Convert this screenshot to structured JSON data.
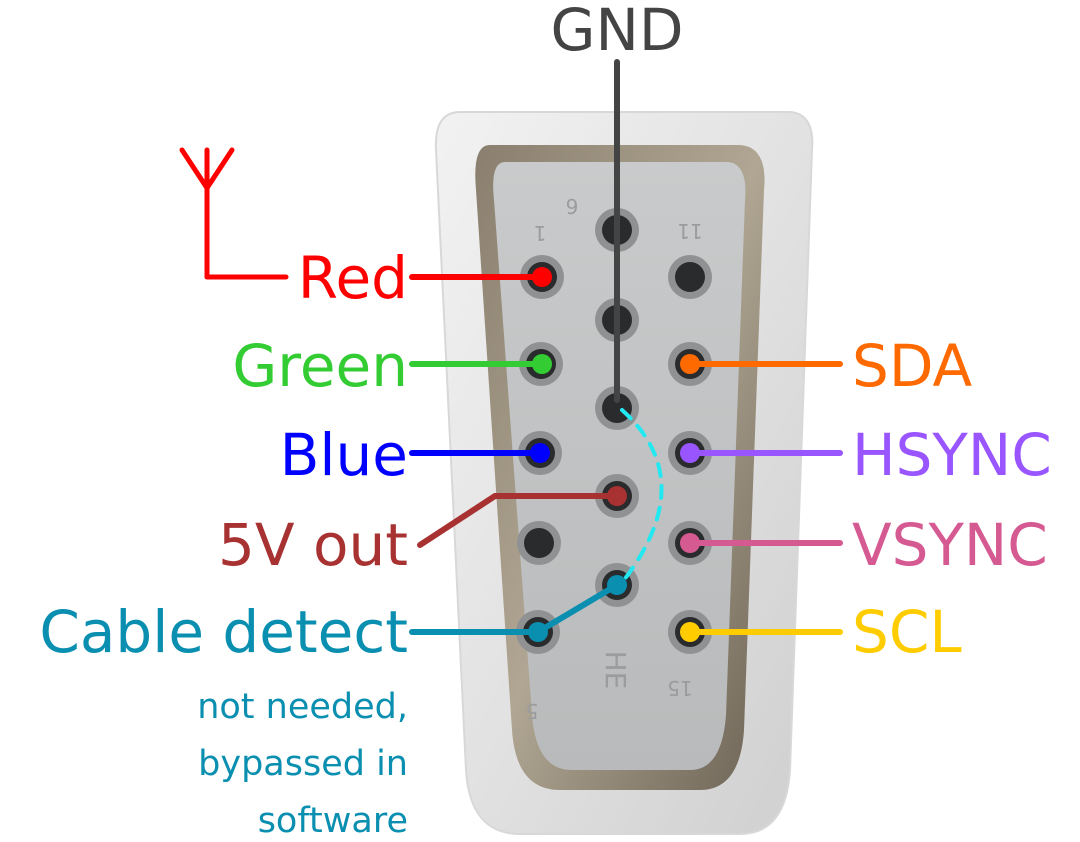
{
  "ground": {
    "label": "GND",
    "color": "#444444"
  },
  "left_signals": [
    {
      "key": "red",
      "label": "Red",
      "color": "#ff0000"
    },
    {
      "key": "green",
      "label": "Green",
      "color": "#33cc33"
    },
    {
      "key": "blue",
      "label": "Blue",
      "color": "#0000ff"
    },
    {
      "key": "5v",
      "label": "5V out",
      "color": "#a83232"
    },
    {
      "key": "cable",
      "label": "Cable detect",
      "color": "#0a8fb0"
    }
  ],
  "right_signals": [
    {
      "key": "sda",
      "label": "SDA",
      "color": "#ff6a00"
    },
    {
      "key": "hsync",
      "label": "HSYNC",
      "color": "#9955ff"
    },
    {
      "key": "vsync",
      "label": "VSYNC",
      "color": "#d65a92"
    },
    {
      "key": "scl",
      "label": "SCL",
      "color": "#ffcc00"
    }
  ],
  "cable_note": [
    "not needed,",
    "bypassed in",
    "software"
  ],
  "bypass_color": "#22e8f2",
  "pin_numbers": [
    "1",
    "6",
    "11",
    "5",
    "15"
  ],
  "shell_mark": "HE",
  "antenna_icon": "antenna-icon"
}
